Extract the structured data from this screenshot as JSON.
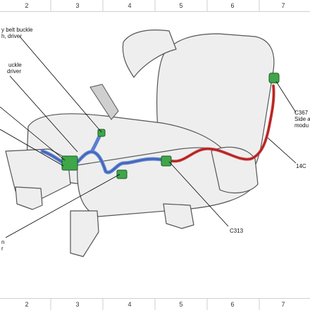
{
  "rulers": {
    "numbers": [
      "2",
      "3",
      "4",
      "5",
      "6",
      "7"
    ]
  },
  "callouts": {
    "seat_belt_buckle": [
      "y belt buckle",
      "h, driver"
    ],
    "buckle_switch": [
      "uckle",
      "driver"
    ],
    "c313": "C313",
    "c367": [
      "C367",
      "Side a",
      "modu"
    ],
    "fourteen_c": "14C",
    "lower_left": [
      "n",
      "r"
    ]
  },
  "colors": {
    "harness_blue": "#5a7fd0",
    "harness_red": "#d23a3a",
    "connector_green": "#3fa64a",
    "seat_outline": "#555555",
    "seat_fill": "#eeeeee"
  }
}
